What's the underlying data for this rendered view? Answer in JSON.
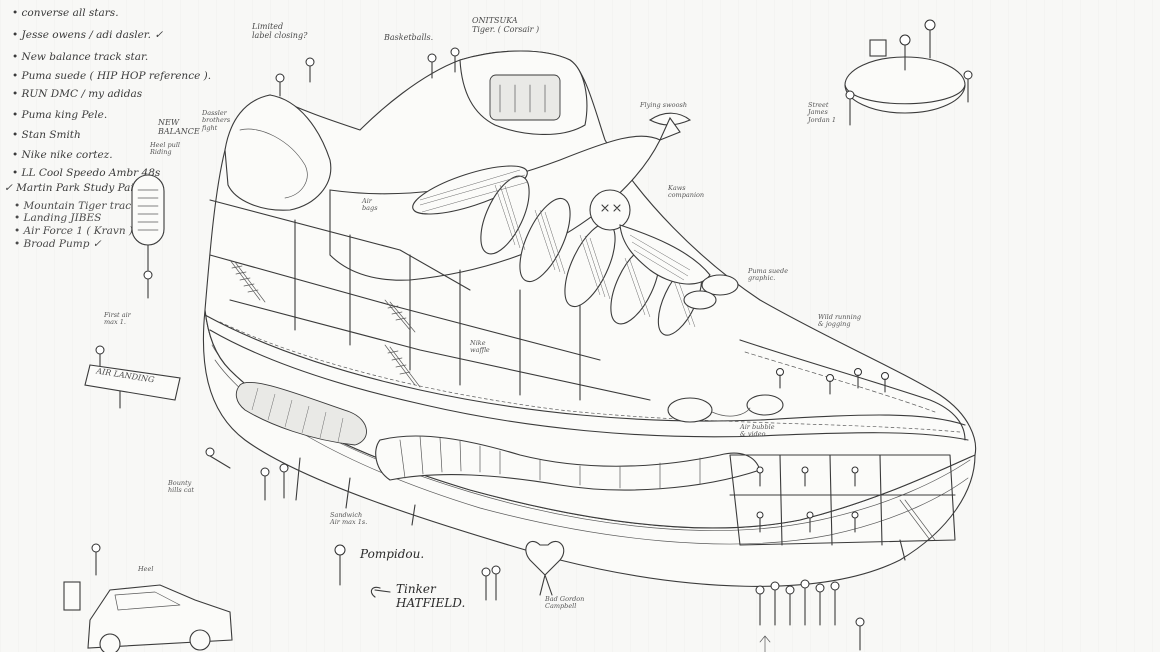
{
  "list": [
    "• converse all stars.",
    "• Jesse owens / adi dasler. ✓",
    "• New balance track star.",
    "• Puma suede ( HIP HOP reference ).",
    "• RUN DMC / my adidas",
    "• Puma king Pele.",
    "• Stan Smith",
    "• Nike nike cortez.",
    "• LL Cool Speedo Ambr 48s",
    "✓ Martin Park Study Pair )",
    "• Mountain Tiger track lane",
    "• Landing JIBES",
    "• Air Force 1 ( Kravn )",
    "• Broad Pump ✓"
  ],
  "labels": {
    "limited_label": "Limited\nlabel closing?",
    "nike_tiger": "ONITSUKA\nTiger. ( Corsair )",
    "basketball": "Basketballs.",
    "new_balance": "NEW\nBALANCE",
    "dassler": "Dassler\nbrothers\nfight",
    "heel_pull": "Heel pull\nRiding",
    "puma_suede": "Puma suede\ngraphic.",
    "flying_swoosh": "Flying swoosh",
    "kaws": "Kaws\ncompanion",
    "running": "Wild running\n& jogging",
    "street": "Street\nJames\nJordan 1",
    "nike_waffle": "Nike\nwaffle",
    "hydro": "Air\nbags",
    "air_landing": "AIR LANDING",
    "first_air": "First air\nmax 1.",
    "bounty": "Bounty\nhills cat",
    "sandwich": "Sandwich\nAir max 1s.",
    "pomp": "Pompidou.",
    "tinker": "Tinker\nHATFIELD.",
    "air_bubble": "Air bubble\n& video",
    "bad_gordon": "Bad Gordon\nCampbell",
    "heel": "Heel"
  }
}
